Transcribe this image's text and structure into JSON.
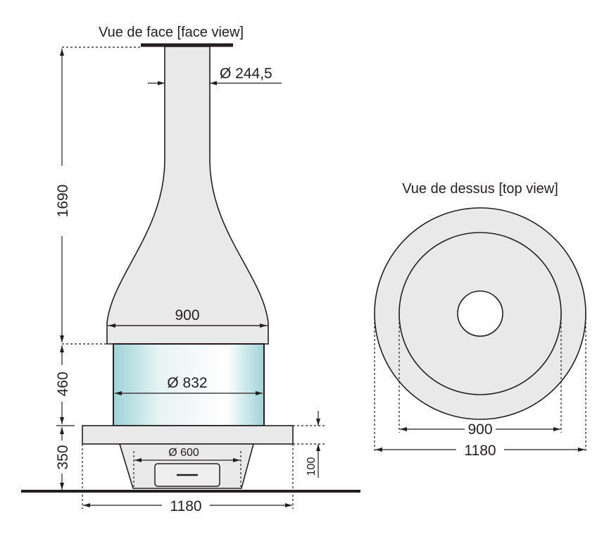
{
  "face_view": {
    "title": "Vue de face [face view]",
    "flue_diameter": "Ø 244,5",
    "hood_width": "900",
    "glass_diameter": "Ø 832",
    "pedestal_diameter": "Ø 600",
    "base_width": "1180",
    "base_thickness": "100",
    "height_flue": "1690",
    "height_glass": "460",
    "height_base": "350"
  },
  "top_view": {
    "title": "Vue de dessus [top view]",
    "inner_diameter": "900",
    "outer_diameter": "1180"
  },
  "colors": {
    "glass": "#a9d8dc",
    "body": "#e9e9ea",
    "line": "#231f20"
  }
}
